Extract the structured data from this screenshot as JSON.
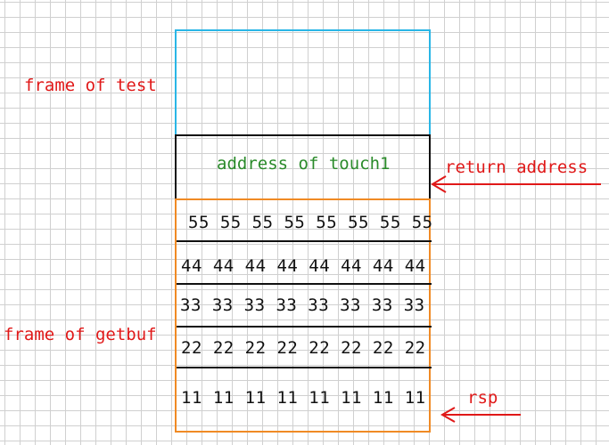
{
  "labels": {
    "frame_test": "frame of test",
    "frame_getbuf": "frame of getbuf",
    "return_address": "return address",
    "rsp": "rsp",
    "address_touch1": "address of touch1"
  },
  "rows": [
    "55 55 55 55 55 55 55 55",
    "44 44 44 44 44 44 44 44",
    "33 33 33 33 33 33 33 33",
    "22 22 22 22 22 22 22 22",
    "11 11 11 11 11 11 11 11"
  ],
  "colors": {
    "test_frame": "#29b6e6",
    "getbuf_frame": "#f08a24",
    "annotation": "#e01818",
    "address_text": "#2a8a2a"
  }
}
